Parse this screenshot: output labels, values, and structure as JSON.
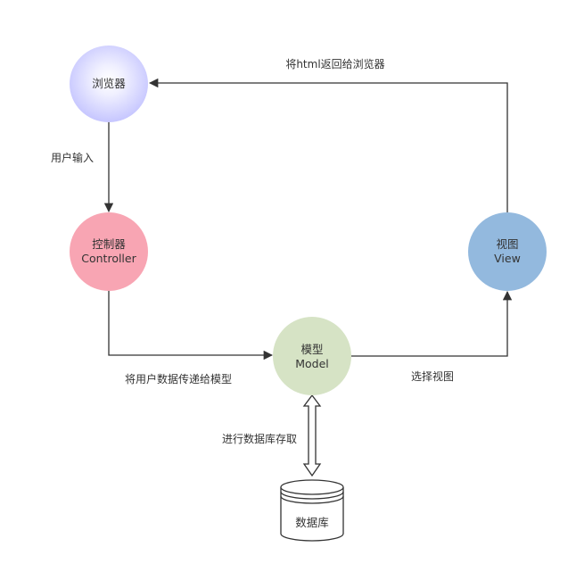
{
  "nodes": {
    "browser": {
      "label": "浏览器",
      "color": "#ccccff"
    },
    "controller": {
      "line1": "控制器",
      "line2": "Controller",
      "color": "#f8a5b3"
    },
    "model": {
      "line1": "模型",
      "line2": "Model",
      "color": "#d6e3c5"
    },
    "view": {
      "line1": "视图",
      "line2": "View",
      "color": "#93b9de"
    },
    "database": {
      "label": "数据库"
    }
  },
  "edges": {
    "view_to_browser": "将html返回给浏览器",
    "browser_to_controller": "用户输入",
    "controller_to_model": "将用户数据传递给模型",
    "model_to_view": "选择视图",
    "model_database": "进行数据库存取"
  }
}
